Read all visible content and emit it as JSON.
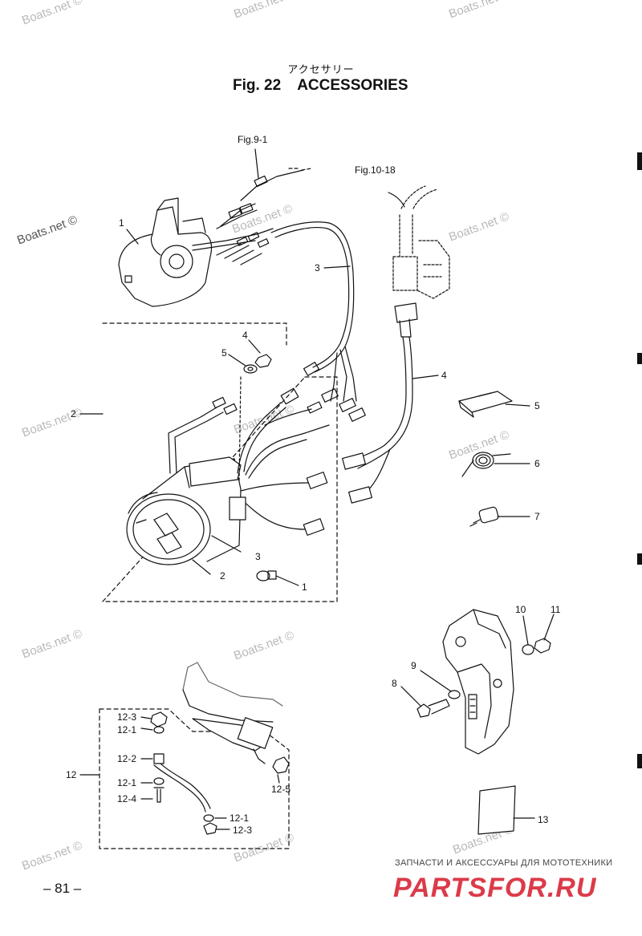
{
  "header": {
    "japanese_title": "アクセサリー",
    "fig_no": "Fig. 22",
    "fig_title": "ACCESSORIES"
  },
  "references": {
    "fig_9_1": "Fig.9-1",
    "fig_10_18": "Fig.10-18"
  },
  "callouts": {
    "c1_remote": "1",
    "c2_meter": "2",
    "c3_harness_top": "3",
    "c4_nut": "4",
    "c5_washer": "5",
    "c2_inner": "2",
    "c3_inner": "3",
    "c1_bulb": "1",
    "c4_harness": "4",
    "c5_plate": "5",
    "c6_spring": "6",
    "c7_fuse": "7",
    "c10": "10",
    "c11": "11",
    "c9": "9",
    "c8": "8",
    "c13": "13",
    "c12": "12",
    "c12_3a": "12-3",
    "c12_1a": "12-1",
    "c12_2": "12-2",
    "c12_1b": "12-1",
    "c12_4": "12-4",
    "c12_5": "12-5",
    "c12_1c": "12-1",
    "c12_3b": "12-3"
  },
  "watermark": "Boats.net ©",
  "footer": {
    "page_number": "– 81 –",
    "shop_text": "ЗАПЧАСТИ И АКСЕССУАРЫ ДЛЯ МОТОТЕХНИКИ",
    "shop_logo": "PARTSFOR.RU"
  },
  "colors": {
    "ink": "#111111",
    "watermark": "#b9b9b9",
    "logo": "#d82b3a"
  }
}
